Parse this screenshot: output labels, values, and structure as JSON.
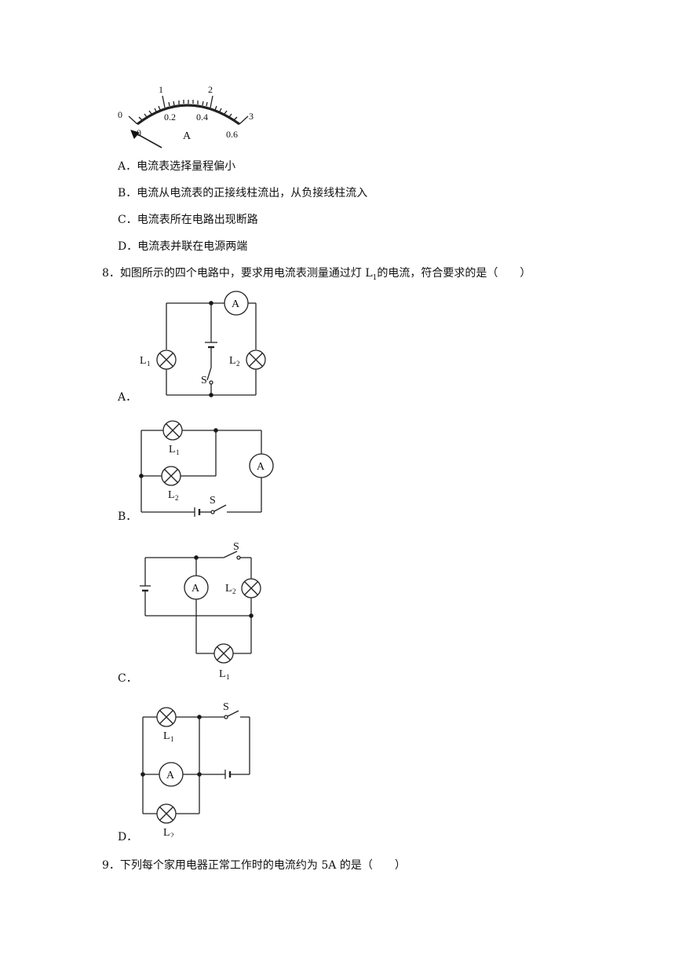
{
  "ammeter_figure": {
    "scale_top": [
      "0",
      "1",
      "2",
      "3"
    ],
    "scale_bottom": [
      "0",
      "0.2",
      "0.4",
      "0.6"
    ],
    "unit": "A"
  },
  "q7_options": [
    {
      "letter": "A．",
      "text": "电流表选择量程偏小"
    },
    {
      "letter": "B．",
      "text": "电流从电流表的正接线柱流出，从负接线柱流入"
    },
    {
      "letter": "C．",
      "text": "电流表所在电路出现断路"
    },
    {
      "letter": "D．",
      "text": "电流表并联在电源两端"
    }
  ],
  "q8": {
    "number": "8．",
    "stem_before": "如图所示的四个电路中，要求用电流表测量通过灯 L",
    "stem_sub": "1",
    "stem_after": "的电流，符合要求的是（　　）",
    "options": [
      {
        "letter": "A．"
      },
      {
        "letter": "B．"
      },
      {
        "letter": "C．"
      },
      {
        "letter": "D．"
      }
    ]
  },
  "circuit_labels": {
    "lamp1_main": "L",
    "lamp1_sub": "1",
    "lamp2_main": "L",
    "lamp2_sub": "2",
    "ammeter": "A",
    "switch": "S"
  },
  "q9": {
    "number": "9．",
    "stem": "下列每个家用电器正常工作时的电流约为 5A 的是（　　）"
  }
}
